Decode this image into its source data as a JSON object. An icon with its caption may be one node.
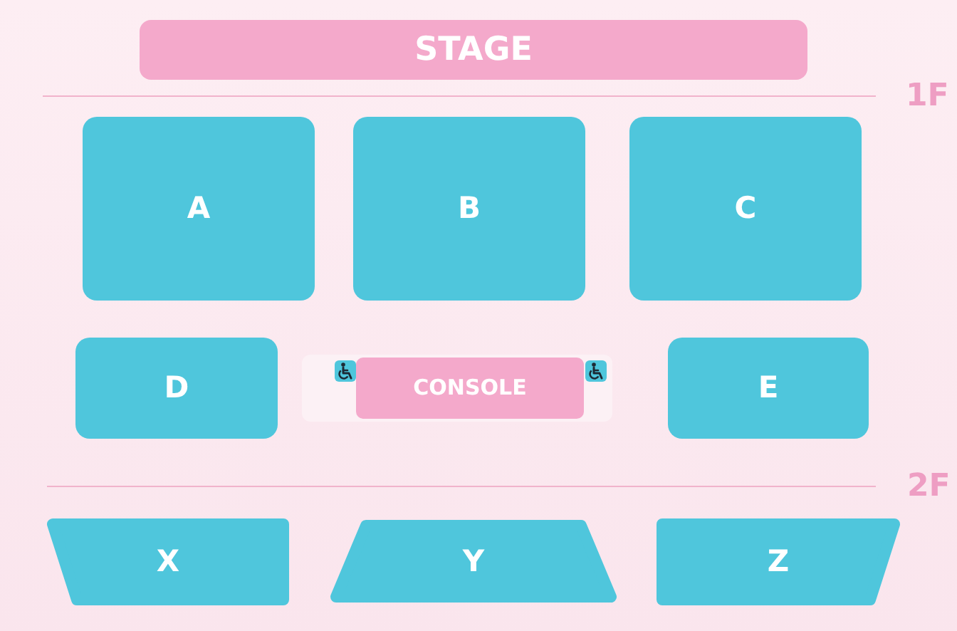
{
  "diagram": {
    "nodes": [
      {
        "text": [
          "STAGE"
        ]
      },
      {
        "text": [
          "A"
        ]
      },
      {
        "text": [
          "B"
        ]
      },
      {
        "text": [
          "C"
        ]
      },
      {
        "text": [
          "D"
        ]
      },
      {
        "text": [
          "CONSOLE"
        ]
      },
      {
        "text": [
          "E"
        ]
      },
      {
        "text": [
          "X"
        ]
      },
      {
        "text": [
          "Y"
        ]
      },
      {
        "text": [
          "Z"
        ]
      }
    ],
    "labels": [
      "1F",
      "2F"
    ]
  }
}
